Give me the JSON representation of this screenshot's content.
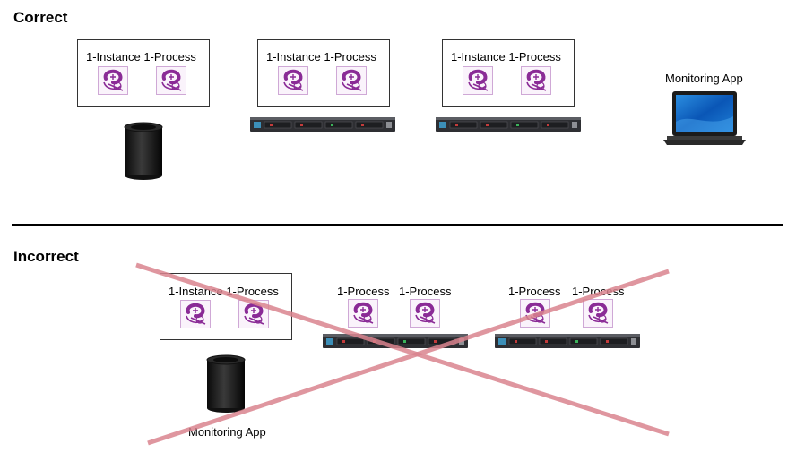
{
  "correct": {
    "title": "Correct",
    "box_label": "1-Instance 1-Process",
    "monitoring_label": "Monitoring App"
  },
  "incorrect": {
    "title": "Incorrect",
    "box_label": "1-Instance 1-Process",
    "process_label": "1-Process",
    "monitoring_label": "Monitoring App"
  },
  "colors": {
    "instance_purple": "#8a2b96",
    "cross_red": "#d9848e",
    "divider": "#000000"
  },
  "icons": {
    "instance": "instance-icon",
    "server": "rack-server-icon",
    "desktop": "mac-pro-icon",
    "laptop": "laptop-icon"
  }
}
